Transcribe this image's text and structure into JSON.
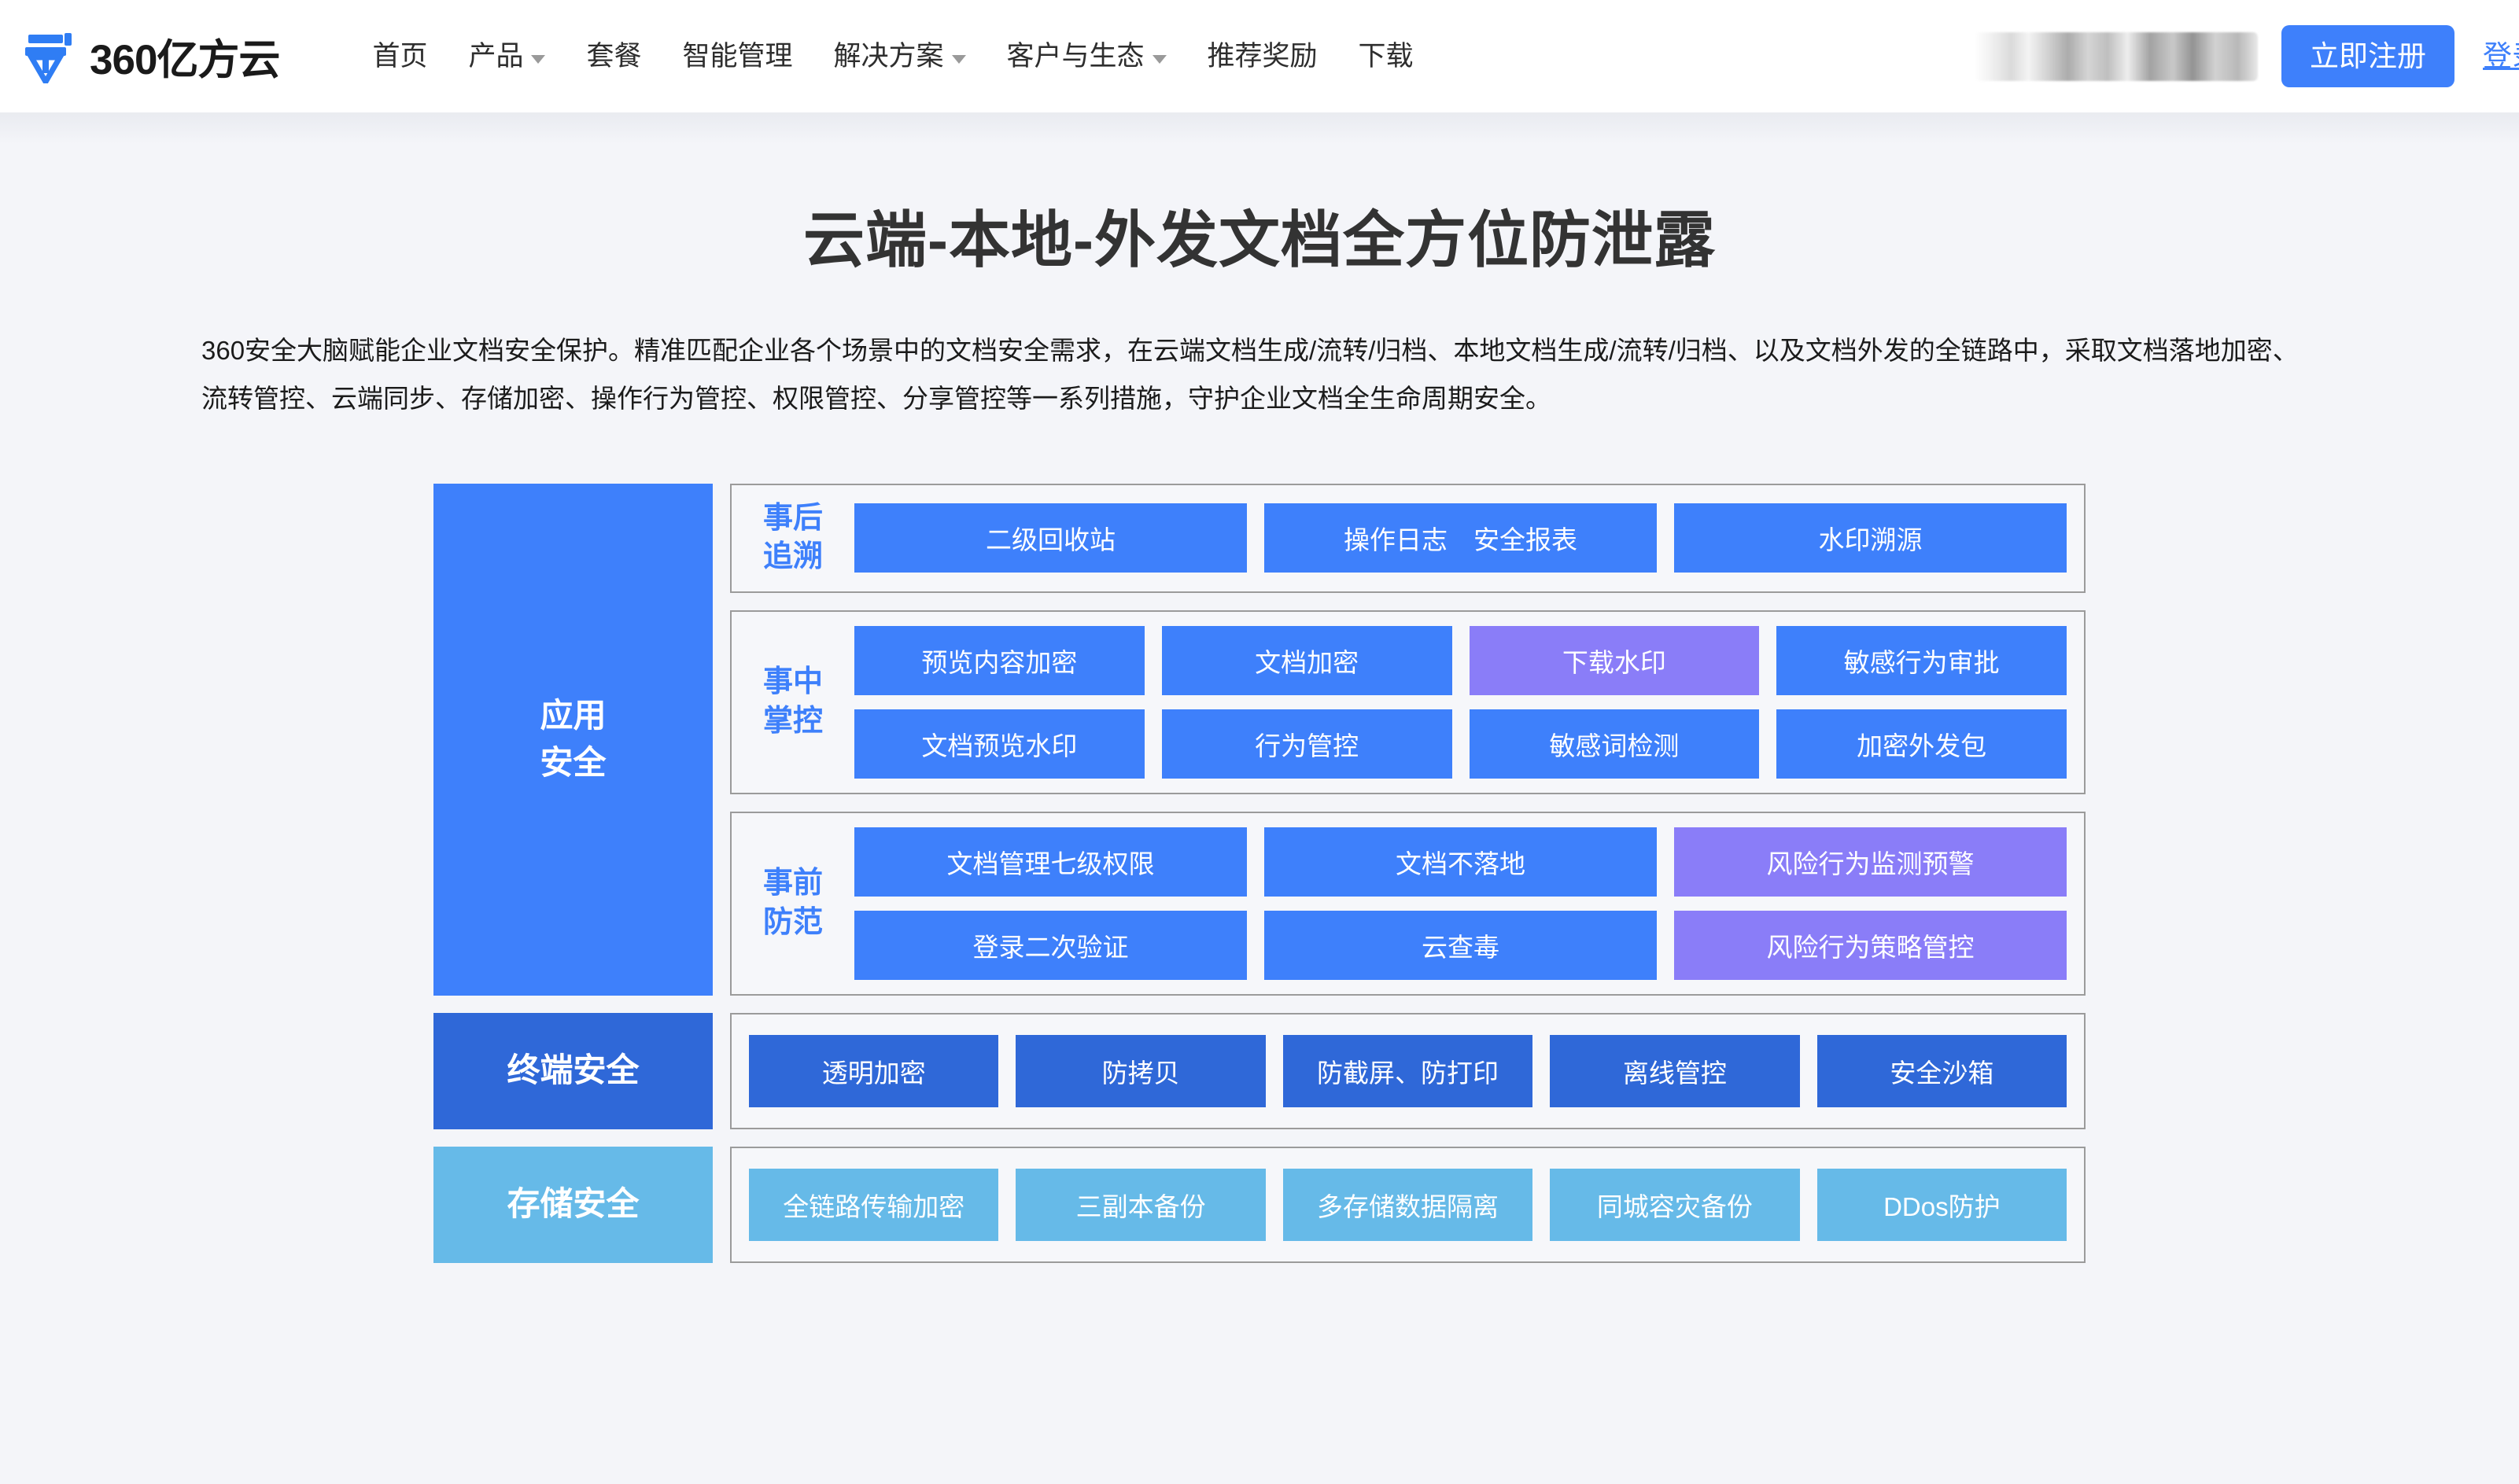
{
  "header": {
    "brand_name": "360亿方云",
    "nav": [
      {
        "label": "首页",
        "has_dropdown": false
      },
      {
        "label": "产品",
        "has_dropdown": true
      },
      {
        "label": "套餐",
        "has_dropdown": false
      },
      {
        "label": "智能管理",
        "has_dropdown": false
      },
      {
        "label": "解决方案",
        "has_dropdown": true
      },
      {
        "label": "客户与生态",
        "has_dropdown": true
      },
      {
        "label": "推荐奖励",
        "has_dropdown": false
      },
      {
        "label": "下载",
        "has_dropdown": false
      }
    ],
    "signup_label": "立即注册",
    "login_label": "登录"
  },
  "hero": {
    "title": "云端-本地-外发文档全方位防泄露",
    "description": "360安全大脑赋能企业文档安全保护。精准匹配企业各个场景中的文档安全需求，在云端文档生成/流转/归档、本地文档生成/流转/归档、以及文档外发的全链路中，采取文档落地加密、流转管控、云端同步、存储加密、操作行为管控、权限管控、分享管控等一系列措施，守护企业文档全生命周期安全。"
  },
  "colors": {
    "primary_blue": "#3e80fb",
    "dark_blue": "#2f68d8",
    "light_blue": "#66bae8",
    "purple": "#8a7df8",
    "panel_bg": "#f6f7fa",
    "panel_border": "#9b9b9b",
    "page_bg": "#f4f5f9"
  },
  "diagram": {
    "bands": [
      {
        "label": "应用\n安全",
        "label_line1": "应用",
        "label_line2": "安全",
        "label_color": "#3e80fb",
        "groups": [
          {
            "label_line1": "事后",
            "label_line2": "追溯",
            "rows": [
              [
                {
                  "label": "二级回收站",
                  "color": "blue"
                },
                {
                  "label": "操作日志　安全报表",
                  "color": "blue"
                },
                {
                  "label": "水印溯源",
                  "color": "blue"
                }
              ]
            ]
          },
          {
            "label_line1": "事中",
            "label_line2": "掌控",
            "rows": [
              [
                {
                  "label": "预览内容加密",
                  "color": "blue"
                },
                {
                  "label": "文档加密",
                  "color": "blue"
                },
                {
                  "label": "下载水印",
                  "color": "purple"
                },
                {
                  "label": "敏感行为审批",
                  "color": "blue"
                }
              ],
              [
                {
                  "label": "文档预览水印",
                  "color": "blue"
                },
                {
                  "label": "行为管控",
                  "color": "blue"
                },
                {
                  "label": "敏感词检测",
                  "color": "blue"
                },
                {
                  "label": "加密外发包",
                  "color": "blue"
                }
              ]
            ]
          },
          {
            "label_line1": "事前",
            "label_line2": "防范",
            "rows": [
              [
                {
                  "label": "文档管理七级权限",
                  "color": "blue"
                },
                {
                  "label": "文档不落地",
                  "color": "blue"
                },
                {
                  "label": "风险行为监测预警",
                  "color": "purple"
                }
              ],
              [
                {
                  "label": "登录二次验证",
                  "color": "blue"
                },
                {
                  "label": "云查毒",
                  "color": "blue"
                },
                {
                  "label": "风险行为策略管控",
                  "color": "purple"
                }
              ]
            ]
          }
        ]
      },
      {
        "label_line1": "终端安全",
        "label_line2": "",
        "label_color": "#2f68d8",
        "groups": [
          {
            "label_line1": "",
            "label_line2": "",
            "rows": [
              [
                {
                  "label": "透明加密",
                  "color": "dark"
                },
                {
                  "label": "防拷贝",
                  "color": "dark"
                },
                {
                  "label": "防截屏、防打印",
                  "color": "dark"
                },
                {
                  "label": "离线管控",
                  "color": "dark"
                },
                {
                  "label": "安全沙箱",
                  "color": "dark"
                }
              ]
            ]
          }
        ]
      },
      {
        "label_line1": "存储安全",
        "label_line2": "",
        "label_color": "#66bae8",
        "groups": [
          {
            "label_line1": "",
            "label_line2": "",
            "rows": [
              [
                {
                  "label": "全链路传输加密",
                  "color": "light"
                },
                {
                  "label": "三副本备份",
                  "color": "light"
                },
                {
                  "label": "多存储数据隔离",
                  "color": "light"
                },
                {
                  "label": "同城容灾备份",
                  "color": "light"
                },
                {
                  "label": "DDos防护",
                  "color": "light"
                }
              ]
            ]
          }
        ]
      }
    ]
  }
}
